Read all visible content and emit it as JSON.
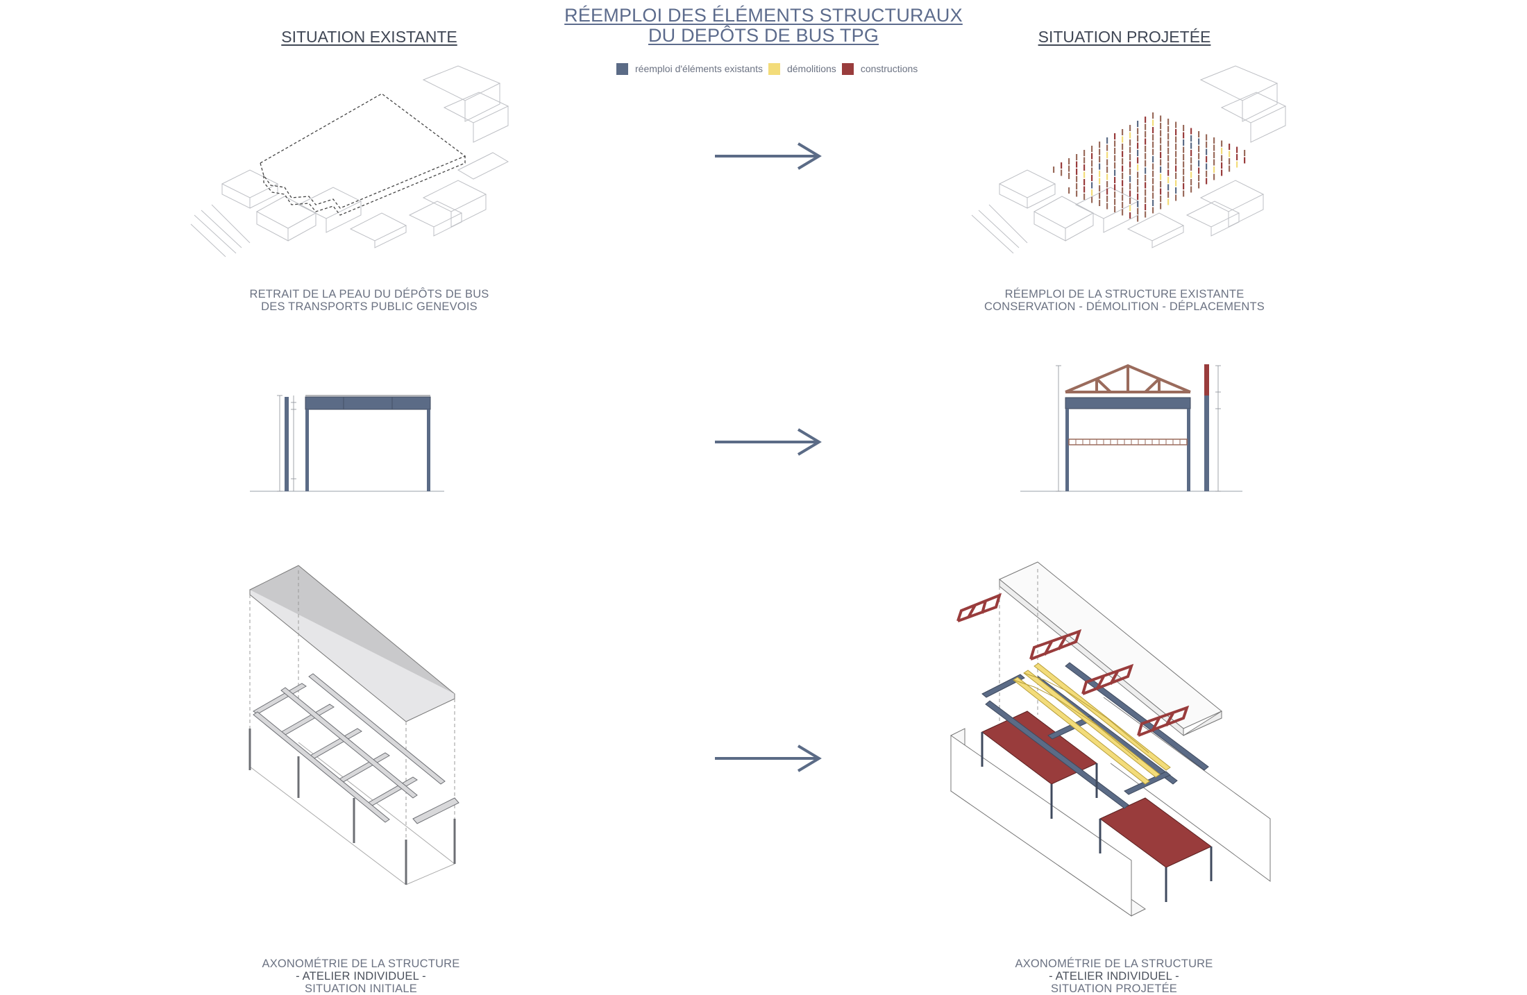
{
  "title": {
    "line1": "RÉEMPLOI DES ÉLÉMENTS STRUCTURAUX",
    "line2": "DU DEPÔTS DE BUS TPG"
  },
  "columns": {
    "left_heading": "SITUATION EXISTANTE",
    "right_heading": "SITUATION PROJETÉE"
  },
  "legend": [
    {
      "label": "réemploi d'éléments existants",
      "color": "#5b6b86"
    },
    {
      "label": "démolitions",
      "color": "#f3dc7a"
    },
    {
      "label": "constructions",
      "color": "#993c3c"
    }
  ],
  "captions": {
    "row1_left": {
      "line1": "RETRAIT DE LA PEAU DU DÉPÔTS DE BUS",
      "line2": "DES TRANSPORTS PUBLIC GENEVOIS"
    },
    "row1_right": {
      "line1": "RÉEMPLOI DE LA STRUCTURE EXISTANTE",
      "line2": "CONSERVATION - DÉMOLITION - DÉPLACEMENTS"
    },
    "row3_left": {
      "line1": "AXONOMÉTRIE DE LA STRUCTURE",
      "line2": "- ATELIER INDIVIDUEL -",
      "line3": "SITUATION INITIALE"
    },
    "row3_right": {
      "line1": "AXONOMÉTRIE DE LA STRUCTURE",
      "line2": "- ATELIER INDIVIDUEL -",
      "line3": "SITUATION PROJETÉE"
    }
  },
  "arrows": [
    "arrow-right-icon",
    "arrow-right-icon",
    "arrow-right-icon"
  ],
  "colors": {
    "reuse": "#5b6b86",
    "demolition": "#f3dc7a",
    "construction": "#993c3c",
    "roof_truss": "#9a6b5c"
  }
}
